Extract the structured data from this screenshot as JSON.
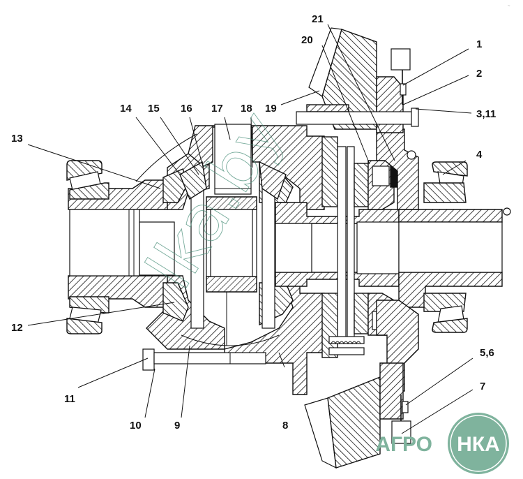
{
  "figure": {
    "subject": "Differential assembly cross-section",
    "line_color": "#111111",
    "background": "#ffffff"
  },
  "callouts": [
    {
      "id": "1",
      "label": "1"
    },
    {
      "id": "2",
      "label": "2"
    },
    {
      "id": "3_11",
      "label": "3,11"
    },
    {
      "id": "4",
      "label": "4"
    },
    {
      "id": "5_6",
      "label": "5,6"
    },
    {
      "id": "7",
      "label": "7"
    },
    {
      "id": "8",
      "label": "8"
    },
    {
      "id": "9",
      "label": "9"
    },
    {
      "id": "10",
      "label": "10"
    },
    {
      "id": "11",
      "label": "11"
    },
    {
      "id": "12",
      "label": "12"
    },
    {
      "id": "13",
      "label": "13"
    },
    {
      "id": "14",
      "label": "14"
    },
    {
      "id": "15",
      "label": "15"
    },
    {
      "id": "16",
      "label": "16"
    },
    {
      "id": "17",
      "label": "17"
    },
    {
      "id": "18",
      "label": "18"
    },
    {
      "id": "19",
      "label": "19"
    },
    {
      "id": "20",
      "label": "20"
    },
    {
      "id": "21",
      "label": "21"
    }
  ],
  "watermark": {
    "text": "lka.by",
    "color": "#4a8f7a"
  },
  "logo": {
    "left_text": "АГРО",
    "circle_text": "НКА",
    "color": "#7fb39d"
  },
  "corner_mark": "~"
}
